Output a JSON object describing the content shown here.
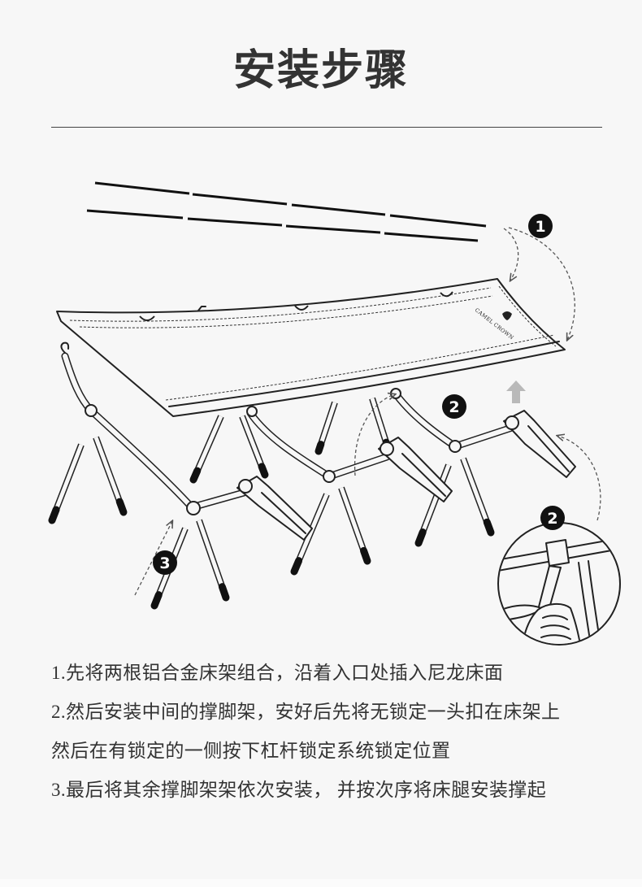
{
  "title": "安装步骤",
  "illustration": {
    "badges": {
      "step1": "1",
      "step2_top": "2",
      "step2_inset": "2",
      "step3": "3"
    },
    "brand_mark": "CAMEL CROWN"
  },
  "steps": [
    "1.先将两根铝合金床架组合，沿着入口处插入尼龙床面",
    "2.然后安装中间的撑脚架，安好后先将无锁定一头扣在床架上",
    "然后在有锁定的一侧按下杠杆锁定系统锁定位置",
    "3.最后将其余撑脚架架依次安装， 并按次序将床腿安装撑起"
  ],
  "colors": {
    "background": "#f7f7f7",
    "ink": "#222222",
    "text": "#333333",
    "arrow_gray": "#b9b9b9"
  }
}
